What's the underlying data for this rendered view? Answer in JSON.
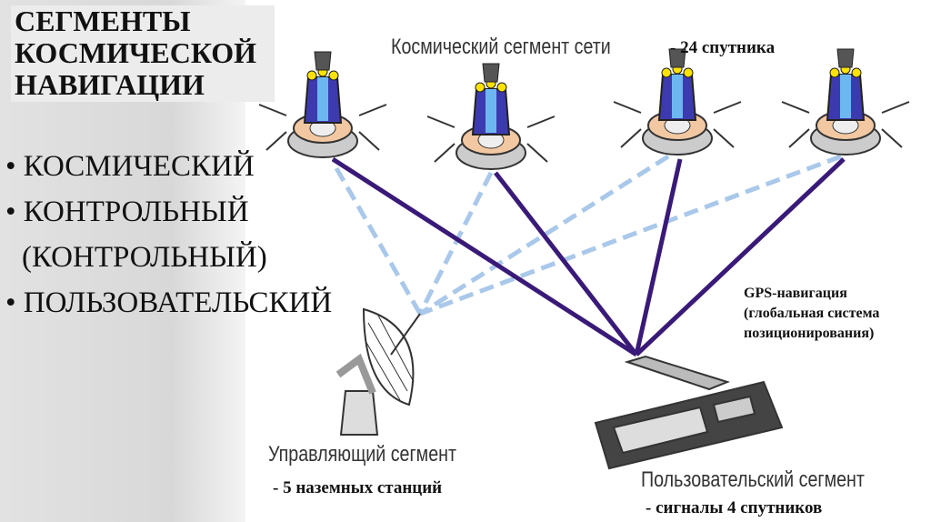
{
  "title": {
    "line1": "СЕГМЕНТЫ",
    "line2": "КОСМИЧЕСКОЙ",
    "line3": "НАВИГАЦИИ"
  },
  "bullets": [
    "• КОСМИЧЕСКИЙ",
    "• КОНТРОЛЬНЫЙ",
    "(КОНТРОЛЬНЫЙ)",
    "• ПОЛЬЗОВАТЕЛЬСКИЙ"
  ],
  "diagram": {
    "space_label": "Космический сегмент сети",
    "space_note": "- 24 спутника",
    "control_label": "Управляющий сегмент",
    "control_note": "- 5 наземных станций",
    "user_label": "Пользовательский сегмент",
    "user_note": "- сигналы 4 спутников",
    "gps": [
      "GPS-навигация",
      "(глобальная система",
      "позиционирования)"
    ]
  },
  "colors": {
    "solid_link": "#3a1a78",
    "dashed_link": "#a9c8ea"
  }
}
